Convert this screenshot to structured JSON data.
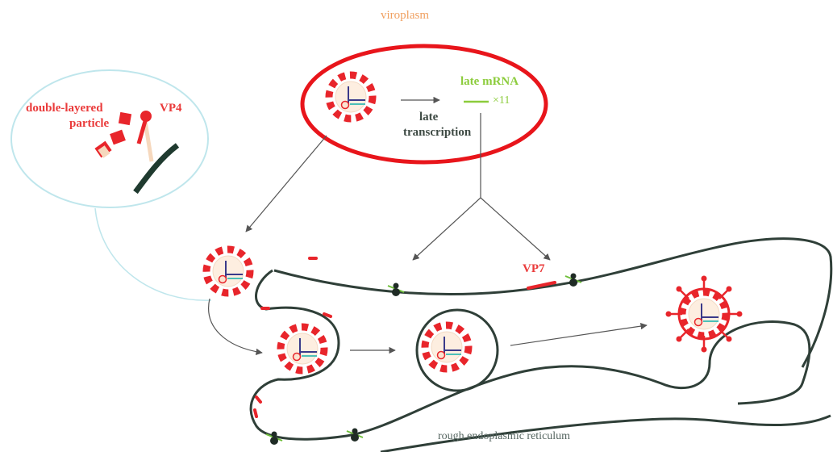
{
  "labels": {
    "viroplasm": "viroplasm",
    "late_mrna": "late mRNA",
    "multiplier": "×11",
    "late_transcription_1": "late",
    "late_transcription_2": "transcription",
    "double_layered_1": "double-layered",
    "double_layered_2": "particle",
    "vp4": "VP4",
    "vp7": "VP7",
    "rer": "rough endoplasmic reticulum"
  },
  "colors": {
    "highlight_ring": "#e8151b",
    "capsid_red": "#e8252b",
    "membrane": "#2f3f38",
    "mrna_green": "#8ccc3c",
    "inset_outline": "#bfe6ec",
    "arrow": "#555555",
    "label_orange": "#f0a060",
    "label_red": "#ea3b3b"
  }
}
